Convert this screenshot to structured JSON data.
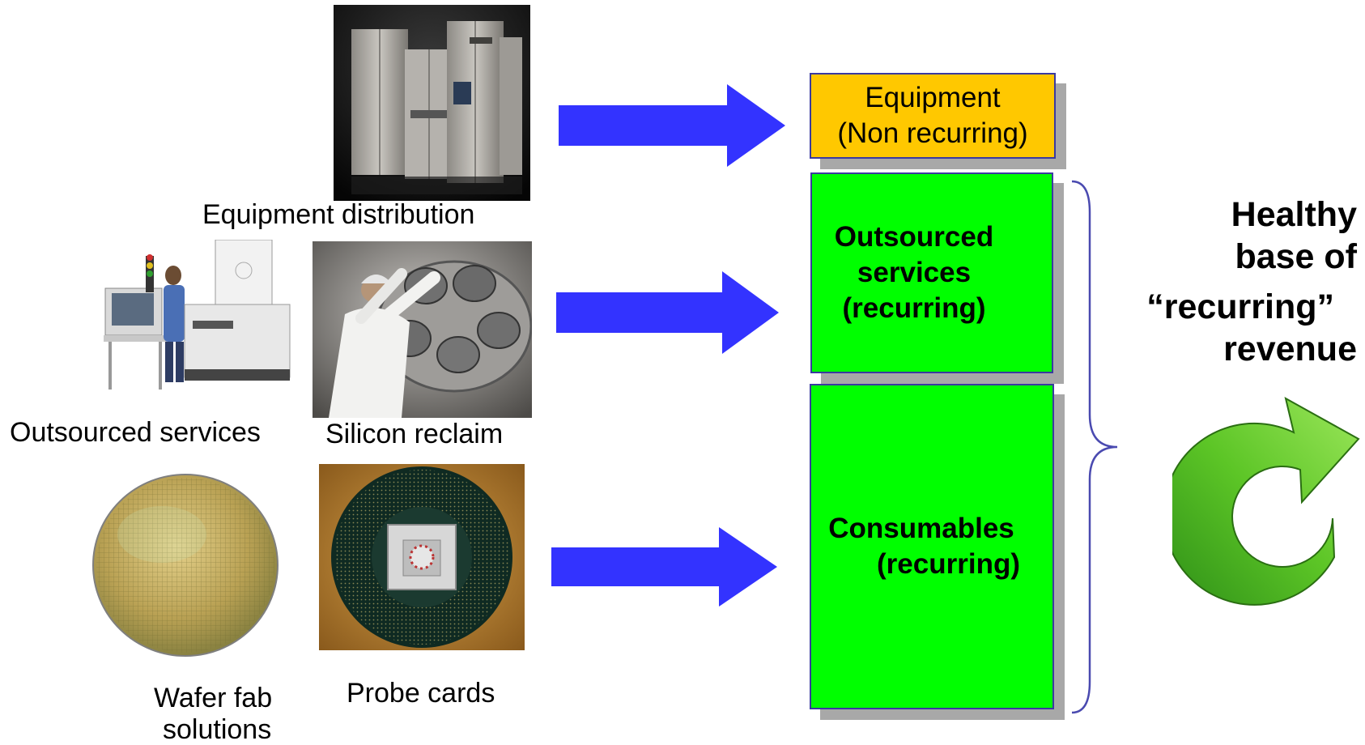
{
  "sources": {
    "equipment_distribution": "Equipment distribution",
    "outsourced_services": "Outsourced services",
    "silicon_reclaim": "Silicon reclaim",
    "wafer_fab_line1": "Wafer fab",
    "wafer_fab_line2": "solutions",
    "probe_cards": "Probe cards"
  },
  "revenue_boxes": {
    "equipment": {
      "line1": "Equipment",
      "line2": "(Non recurring)",
      "color": "#ffc800"
    },
    "outsourced": {
      "line1": "Outsourced",
      "line2": "services",
      "line3": "(recurring)",
      "color": "#00ff00"
    },
    "consumables": {
      "line1": "Consumables",
      "line2": "(recurring)",
      "color": "#00ff00"
    }
  },
  "conclusion": {
    "line1": "Healthy",
    "line2": "base of",
    "line3": "“recurring”",
    "line4": "revenue"
  },
  "colors": {
    "arrow": "#3333ff",
    "recurring_arrow": "#55cc22",
    "box_border": "#3a3aa0",
    "shadow": "#a8a8a8"
  },
  "icons": [
    "equipment-machine-photo",
    "metrology-station-photo",
    "silicon-reclaim-photo",
    "wafer-photo",
    "probe-card-photo",
    "flow-arrow-icon",
    "recurring-cycle-icon",
    "brace-icon"
  ]
}
